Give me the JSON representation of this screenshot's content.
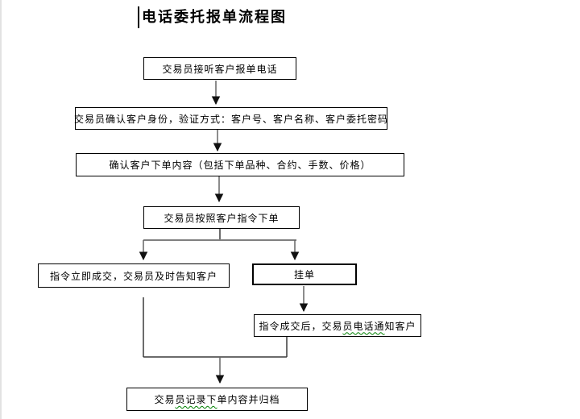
{
  "title": {
    "text": "电话委托报单流程图"
  },
  "flowchart": {
    "nodes": [
      {
        "id": "n1",
        "label": "交易员接听客户报单电话"
      },
      {
        "id": "n2",
        "label": "交易员确认客户身份，验证方式：客户号、客户名称、客户委托密码"
      },
      {
        "id": "n3",
        "label": "确认客户下单内容（包括下单品种、合约、手数、价格）"
      },
      {
        "id": "n4",
        "label": "交易员按照客户指令下单"
      },
      {
        "id": "n5",
        "label": "指令立即成交，交易员及时告知客户"
      },
      {
        "id": "n6",
        "label": "挂单"
      },
      {
        "id": "n7",
        "label_pre": "指令成交后，交易",
        "label_squiggle": "员电话通",
        "label_post": "知客户"
      },
      {
        "id": "n8",
        "label_pre": "交易",
        "label_squiggle": "员记录下",
        "label_post": "单内容并归档"
      }
    ],
    "colors": {
      "box_border": "#000000",
      "connector": "#666666",
      "branch_line": "#808080",
      "arrowhead": "#111111",
      "squiggle": "#008000"
    }
  }
}
